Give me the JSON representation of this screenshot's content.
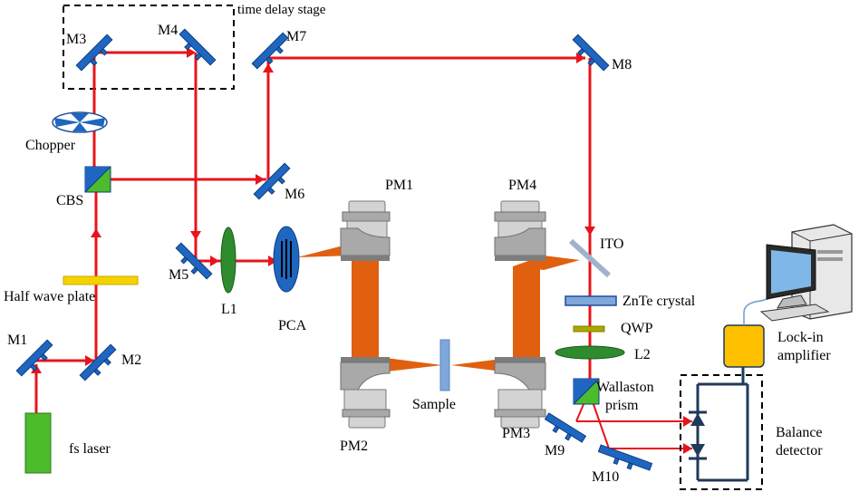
{
  "labels": {
    "time_delay_stage": "time delay stage",
    "m1": "M1",
    "m2": "M2",
    "m3": "M3",
    "m4": "M4",
    "m5": "M5",
    "m6": "M6",
    "m7": "M7",
    "m8": "M8",
    "m9": "M9",
    "m10": "M10",
    "chopper": "Chopper",
    "cbs": "CBS",
    "half_wave_plate": "Half wave plate",
    "fs_laser": "fs laser",
    "l1": "L1",
    "pca": "PCA",
    "pm1": "PM1",
    "pm2": "PM2",
    "pm3": "PM3",
    "pm4": "PM4",
    "sample": "Sample",
    "ito": "ITO",
    "znte": "ZnTe crystal",
    "qwp": "QWP",
    "l2": "L2",
    "wallaston_1": "Wallaston",
    "wallaston_2": "prism",
    "lockin_1": "Lock-in",
    "lockin_2": "amplifier",
    "balance_1": "Balance",
    "balance_2": "detector"
  },
  "colors": {
    "beam": "#e8141b",
    "mirror": "#1f66c0",
    "thz_beam": "#e06010",
    "laser": "#4cbb2c",
    "lens": "#2e8b2e",
    "lockin": "#ffc000",
    "detector_line": "#1f3a5a"
  }
}
